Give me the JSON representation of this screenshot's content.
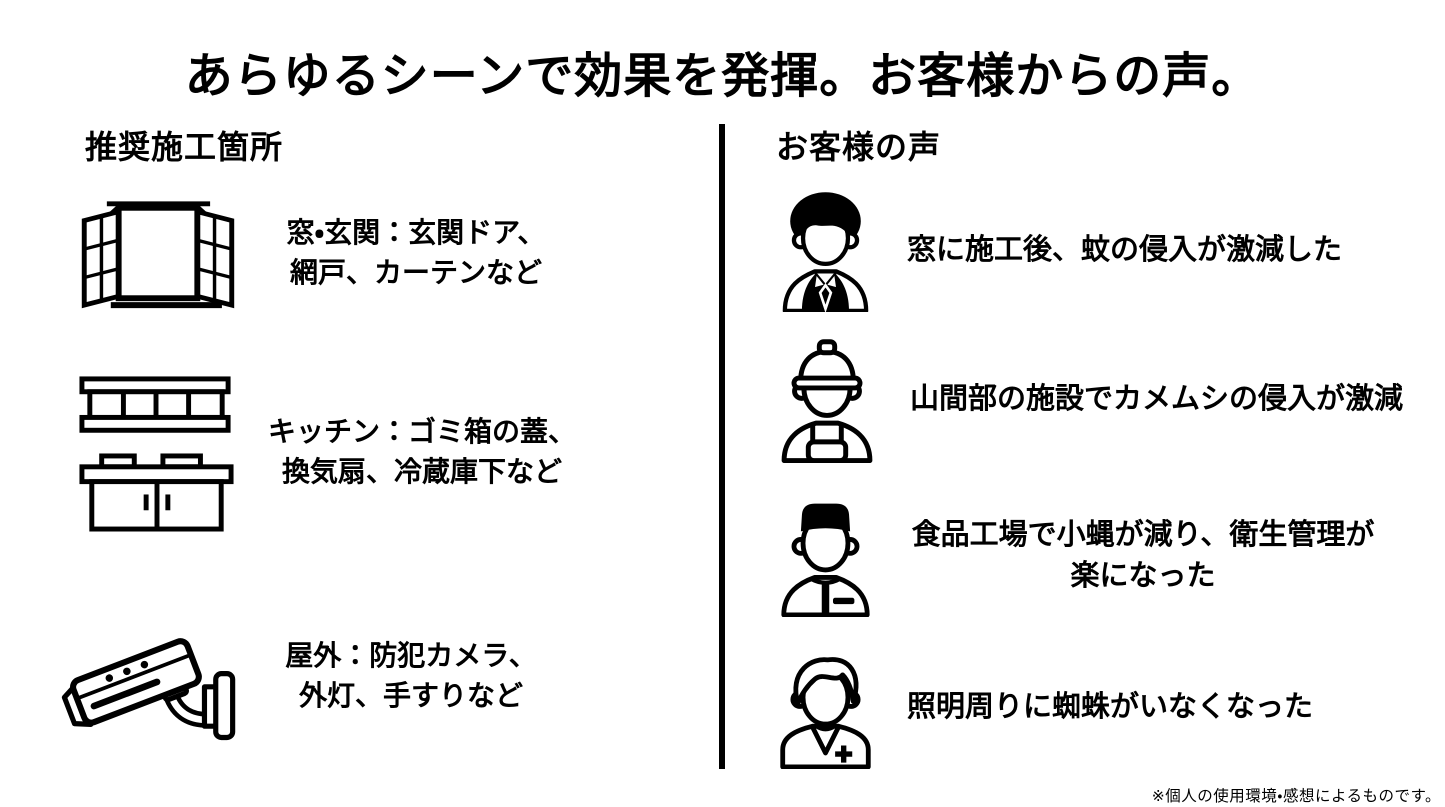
{
  "title": "あらゆるシーンで効果を発揮。お客様からの声。",
  "left_column": {
    "heading": "推奨施工箇所",
    "items": [
      {
        "icon": "open-window-icon",
        "line1": "窓・玄関：玄関ドア、",
        "line2": "網戸、カーテンなど"
      },
      {
        "icon": "kitchen-icon",
        "line1": "キッチン：ゴミ箱の蓋、",
        "line2": "換気扇、冷蔵庫下など"
      },
      {
        "icon": "security-camera-icon",
        "line1": "屋外：防犯カメラ、",
        "line2": "外灯、手すりなど"
      }
    ]
  },
  "right_column": {
    "heading": "お客様の声",
    "items": [
      {
        "icon": "businessman-avatar-icon",
        "line1": "窓に施工後、蚊の侵入が激減した"
      },
      {
        "icon": "construction-worker-avatar-icon",
        "line1": "山間部の施設でカメムシの侵入が激減"
      },
      {
        "icon": "factory-worker-avatar-icon",
        "line1": "食品工場で小蝿が減り、衛生管理が",
        "line2": "楽になった"
      },
      {
        "icon": "medical-worker-avatar-icon",
        "line1": "照明周りに蜘蛛がいなくなった"
      }
    ]
  },
  "footnote": "※個人の使用環境・感想によるものです。",
  "colors": {
    "ink": "#000000",
    "background": "#ffffff"
  }
}
